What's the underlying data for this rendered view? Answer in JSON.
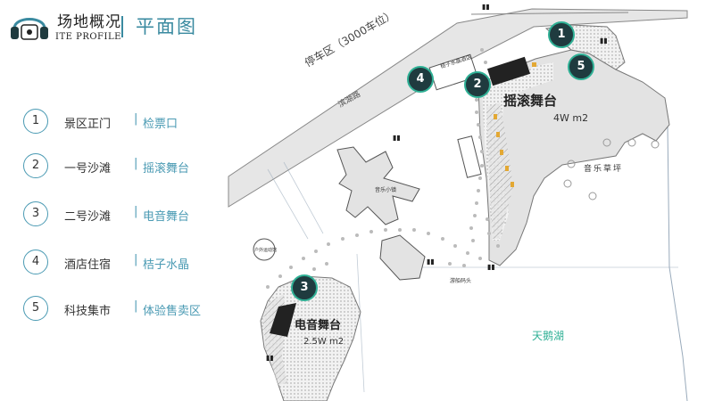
{
  "header": {
    "brand_zh": "场地概况",
    "brand_en": "ITE PROFILE",
    "page_title": "平面图"
  },
  "legend": [
    {
      "number": "1",
      "place": "景区正门",
      "separator": "|",
      "feature": "检票口"
    },
    {
      "number": "2",
      "place": "一号沙滩",
      "separator": "|",
      "feature": "摇滚舞台"
    },
    {
      "number": "3",
      "place": "二号沙滩",
      "separator": "|",
      "feature": "电音舞台"
    },
    {
      "number": "4",
      "place": "酒店住宿",
      "separator": "|",
      "feature": "桔子水晶"
    },
    {
      "number": "5",
      "place": "科技集市",
      "separator": "|",
      "feature": "体验售卖区"
    }
  ],
  "map": {
    "parking_label": "停车区（3000车位）",
    "road_label": "滨湖路",
    "rock_stage_label": "摇滚舞台",
    "rock_area": "4W m2",
    "edm_stage_label": "电音舞台",
    "edm_area": "2.5W m2",
    "lake_label": "天鹅湖",
    "music_lawn_label": "音乐草坪",
    "hotel_label": "桔子水晶酒店",
    "island_label": "音乐小镇",
    "dock_label": "游船码头",
    "small_building_label": "户外运动馆",
    "pins": [
      "1",
      "2",
      "3",
      "4",
      "5"
    ]
  },
  "colors": {
    "accent": "#3a8aa0",
    "pin_fill": "#1f3b3f",
    "pin_ring": "#2fb095",
    "land": "#e3e3e3"
  }
}
